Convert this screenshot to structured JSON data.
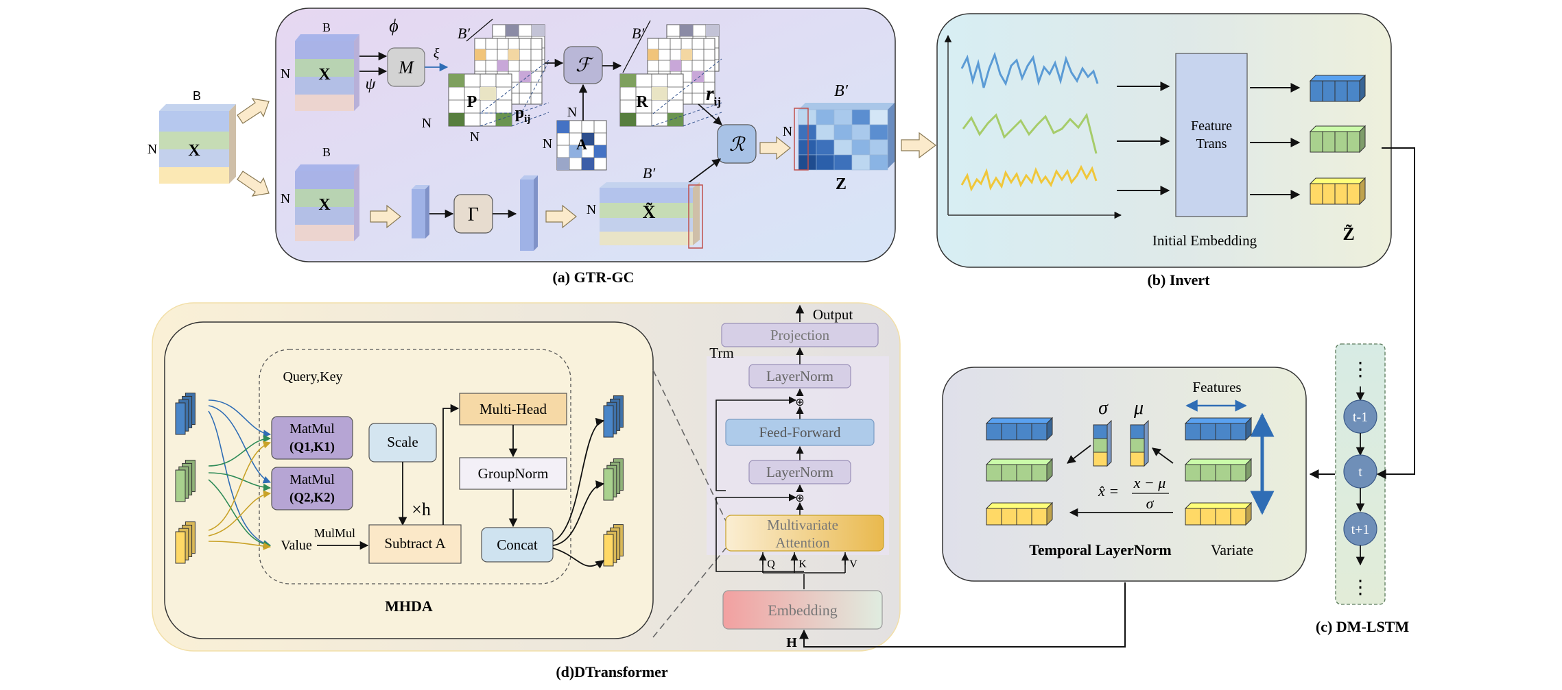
{
  "panels": {
    "a": {
      "caption": "(a) GTR-GC"
    },
    "b": {
      "caption": "(b) Invert"
    },
    "c": {
      "caption": "(c) DM-LSTM"
    },
    "d": {
      "caption": "(d)DTransformer"
    }
  },
  "gtr": {
    "input_b": "B",
    "input_n": "N",
    "input_x": "X",
    "top_b": "B",
    "top_n": "N",
    "top_x": "X",
    "phi": "ϕ",
    "psi": "ψ",
    "xi": "ξ",
    "m": "M",
    "p_bprime": "B′",
    "p_label": "P",
    "p_n_left": "N",
    "p_n_bottom": "N",
    "pij": "p",
    "pij_sub": "ij",
    "f": "ℱ",
    "r_bprime": "B′",
    "r_label": "R",
    "rij": "r",
    "rij_sub": "ij",
    "a_n_top": "N",
    "a_n_left": "N",
    "a_label": "A",
    "z_bprime": "B′",
    "z_n": "N",
    "z_label": "Z",
    "rcal": "ℛ",
    "bot_b": "B",
    "bot_n": "N",
    "bot_x": "X",
    "gamma": "Γ",
    "xt_bprime": "B′",
    "xt_n": "N",
    "xt_label": "X̃"
  },
  "invert": {
    "block": [
      "Feature",
      "Trans"
    ],
    "embed_caption": "Initial Embedding",
    "z_tilde": "Z̃"
  },
  "lstm": {
    "nodes": [
      "t-1",
      "t",
      "t+1"
    ],
    "dots": "⋮"
  },
  "tln": {
    "features": "Features",
    "sigma": "σ",
    "mu": "μ",
    "formula_lhs": "x̂ =",
    "formula_num": "x − μ",
    "formula_den": "σ",
    "title": "Temporal LayerNorm",
    "variate": "Variate"
  },
  "mhda": {
    "query_key": "Query,Key",
    "matmul1": "MatMul",
    "matmul1_args": "(Q1,K1)",
    "matmul2": "MatMul",
    "matmul2_args": "(Q2,K2)",
    "scale": "Scale",
    "times_h": "×h",
    "value": "Value",
    "mulmul": "MulMul",
    "subtract": "Subtract A",
    "multihead": "Multi-Head",
    "groupnorm": "GroupNorm",
    "concat": "Concat",
    "title": "MHDA"
  },
  "trm": {
    "output": "Output",
    "projection": "Projection",
    "trm": "Trm",
    "layernorm2": "LayerNorm",
    "oplus2": "⊕",
    "feedforward": "Feed-Forward",
    "layernorm1": "LayerNorm",
    "oplus1": "⊕",
    "attention": [
      "Multivariate",
      "Attention"
    ],
    "q": "Q",
    "k": "K",
    "v": "V",
    "embedding": "Embedding",
    "h": "H"
  },
  "colors": {
    "blue": "#4a86c8",
    "green": "#a9d18e",
    "yellow": "#ffd966",
    "purple": "#b4a7d6",
    "node": "#6f8fb8"
  }
}
